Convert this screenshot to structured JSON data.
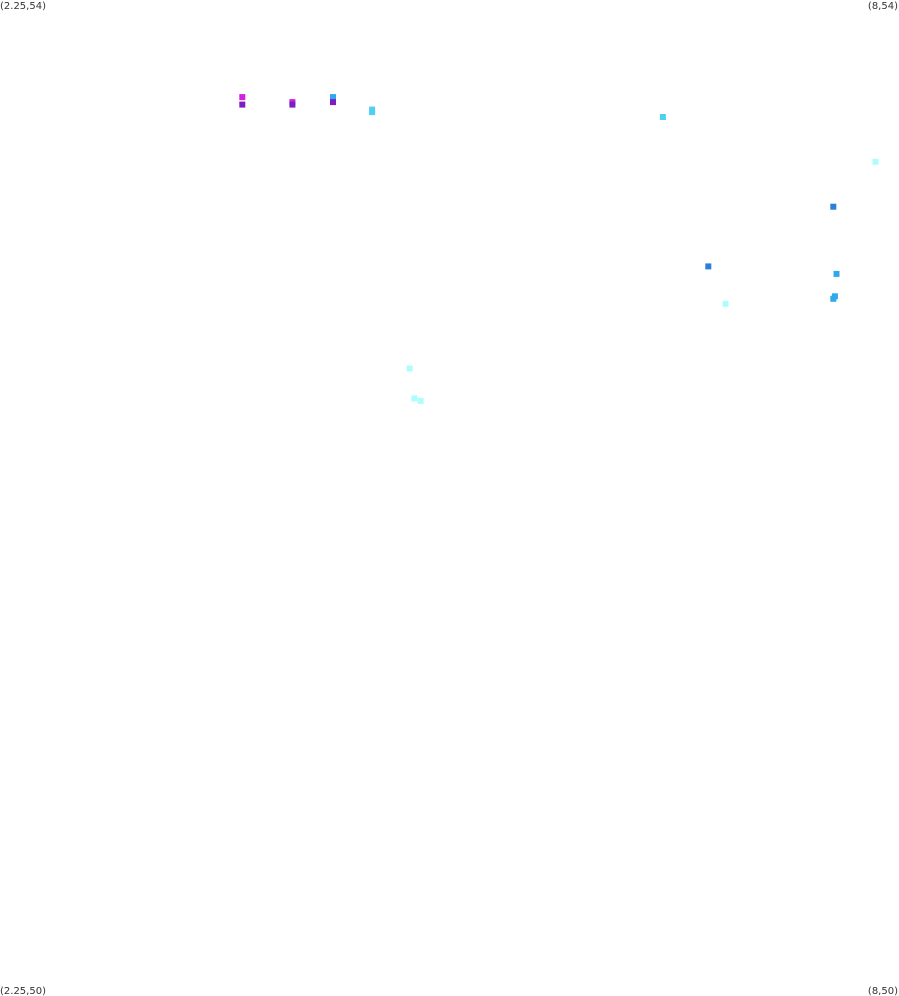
{
  "chart_data": {
    "type": "scatter",
    "title": "",
    "xlabel": "",
    "ylabel": "",
    "xlim": [
      2.25,
      8
    ],
    "ylim": [
      50,
      54
    ],
    "grid": false,
    "corner_labels": {
      "top_left": "(2.25,54)",
      "top_right": "(8,54)",
      "bottom_left": "(2.25,50)",
      "bottom_right": "(8,50)"
    },
    "points": [
      {
        "x": 6.78,
        "y": 52.93,
        "color": "#2a7fd8"
      },
      {
        "x": 7.58,
        "y": 53.17,
        "color": "#2a7fd8"
      },
      {
        "x": 7.6,
        "y": 52.9,
        "color": "#2fa8ec"
      },
      {
        "x": 7.59,
        "y": 52.81,
        "color": "#2fa8ec"
      },
      {
        "x": 7.58,
        "y": 52.8,
        "color": "#2fa8ec"
      },
      {
        "x": 6.89,
        "y": 52.78,
        "color": "#aefdfd"
      },
      {
        "x": 7.85,
        "y": 53.35,
        "color": "#aefdfd"
      },
      {
        "x": 6.49,
        "y": 53.53,
        "color": "#4fcff3"
      },
      {
        "x": 4.63,
        "y": 53.56,
        "color": "#4fcff3"
      },
      {
        "x": 4.63,
        "y": 53.55,
        "color": "#4fcff3"
      },
      {
        "x": 4.38,
        "y": 53.61,
        "color": "#2fa8ec"
      },
      {
        "x": 4.38,
        "y": 53.59,
        "color": "#7b1fc2"
      },
      {
        "x": 4.12,
        "y": 53.59,
        "color": "#d31fe0"
      },
      {
        "x": 4.12,
        "y": 53.58,
        "color": "#7b1fc2"
      },
      {
        "x": 3.8,
        "y": 53.61,
        "color": "#d31fe0"
      },
      {
        "x": 3.8,
        "y": 53.58,
        "color": "#7b1fc2"
      },
      {
        "x": 4.87,
        "y": 52.52,
        "color": "#aefdfd"
      },
      {
        "x": 4.9,
        "y": 52.4,
        "color": "#aefdfd"
      },
      {
        "x": 4.94,
        "y": 52.39,
        "color": "#aefdfd"
      }
    ]
  }
}
